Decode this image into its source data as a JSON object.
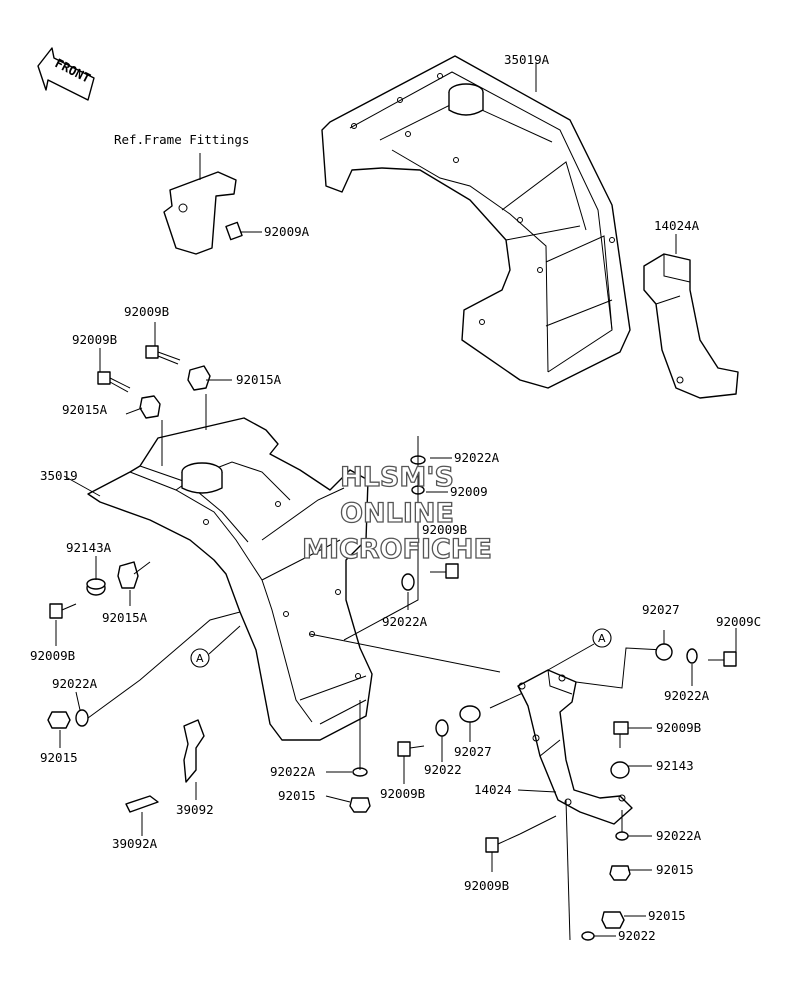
{
  "watermark": [
    "HLSM'S",
    "ONLINE",
    "MICROFICHE"
  ],
  "front_arrow": "FRONT",
  "ref_note": "Ref.Frame Fittings",
  "callout": "A",
  "labels": {
    "p35019A": "35019A",
    "p14024A": "14024A",
    "p92009A": "92009A",
    "p92009B_1": "92009B",
    "p92009B_2": "92009B",
    "p92015A_1": "92015A",
    "p92015A_2": "92015A",
    "p35019": "35019",
    "p92022A_1": "92022A",
    "p92009_1": "92009",
    "p92009B_3": "92009B",
    "p92143A": "92143A",
    "p92015A_3": "92015A",
    "p92022A_2": "92022A",
    "p92009B_4": "92009B",
    "p92022A_3": "92022A",
    "p92015_1": "92015",
    "p92027_1": "92027",
    "p92009C": "92009C",
    "p92022A_4": "92022A",
    "p92009B_5": "92009B",
    "p92143": "92143",
    "p92027_2": "92027",
    "p92022_1": "92022",
    "p92022A_5": "92022A",
    "p92009B_6": "92009B",
    "p92015_2": "92015",
    "p39092": "39092",
    "p39092A": "39092A",
    "p14024": "14024",
    "p92022A_6": "92022A",
    "p92009B_7": "92009B",
    "p92015_3": "92015",
    "p92015_4": "92015",
    "p92022_2": "92022"
  }
}
